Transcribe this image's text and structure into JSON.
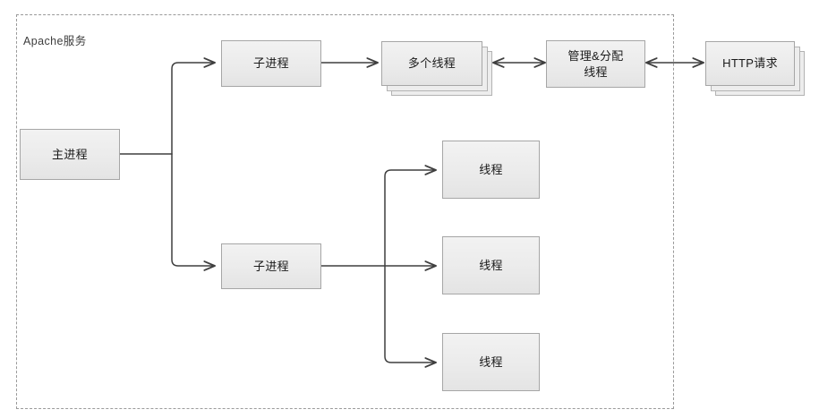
{
  "diagram": {
    "title": "Apache服务",
    "group": {
      "label": "Apache服务",
      "border_style": "dashed",
      "border_color": "#9a9a9a"
    },
    "colors": {
      "box_fill": "#ebebeb",
      "box_border": "#a6a6a6",
      "connector": "#3f3f3f",
      "group_border": "#9a9a9a",
      "text": "#1a1a1a",
      "background": "#ffffff"
    },
    "nodes": [
      {
        "id": "main-process",
        "label": "主进程",
        "stacked": false,
        "stack_count": 1
      },
      {
        "id": "child-process-top",
        "label": "子进程",
        "stacked": false,
        "stack_count": 1
      },
      {
        "id": "multi-threads",
        "label": "多个线程",
        "stacked": true,
        "stack_count": 3
      },
      {
        "id": "manage-threads",
        "label": "管理&分配\n线程",
        "stacked": false,
        "stack_count": 1
      },
      {
        "id": "http-request",
        "label": "HTTP请求",
        "stacked": true,
        "stack_count": 3
      },
      {
        "id": "child-process-bottom",
        "label": "子进程",
        "stacked": false,
        "stack_count": 1
      },
      {
        "id": "thread-1",
        "label": "线程",
        "stacked": false,
        "stack_count": 1
      },
      {
        "id": "thread-2",
        "label": "线程",
        "stacked": false,
        "stack_count": 1
      },
      {
        "id": "thread-3",
        "label": "线程",
        "stacked": false,
        "stack_count": 1
      }
    ],
    "edges": [
      {
        "from": "main-process",
        "to": "child-process-top",
        "arrow": "single"
      },
      {
        "from": "main-process",
        "to": "child-process-bottom",
        "arrow": "single"
      },
      {
        "from": "child-process-top",
        "to": "multi-threads",
        "arrow": "single"
      },
      {
        "from": "multi-threads",
        "to": "manage-threads",
        "arrow": "double"
      },
      {
        "from": "manage-threads",
        "to": "http-request",
        "arrow": "double"
      },
      {
        "from": "child-process-bottom",
        "to": "thread-1",
        "arrow": "single"
      },
      {
        "from": "child-process-bottom",
        "to": "thread-2",
        "arrow": "single"
      },
      {
        "from": "child-process-bottom",
        "to": "thread-3",
        "arrow": "single"
      }
    ]
  }
}
